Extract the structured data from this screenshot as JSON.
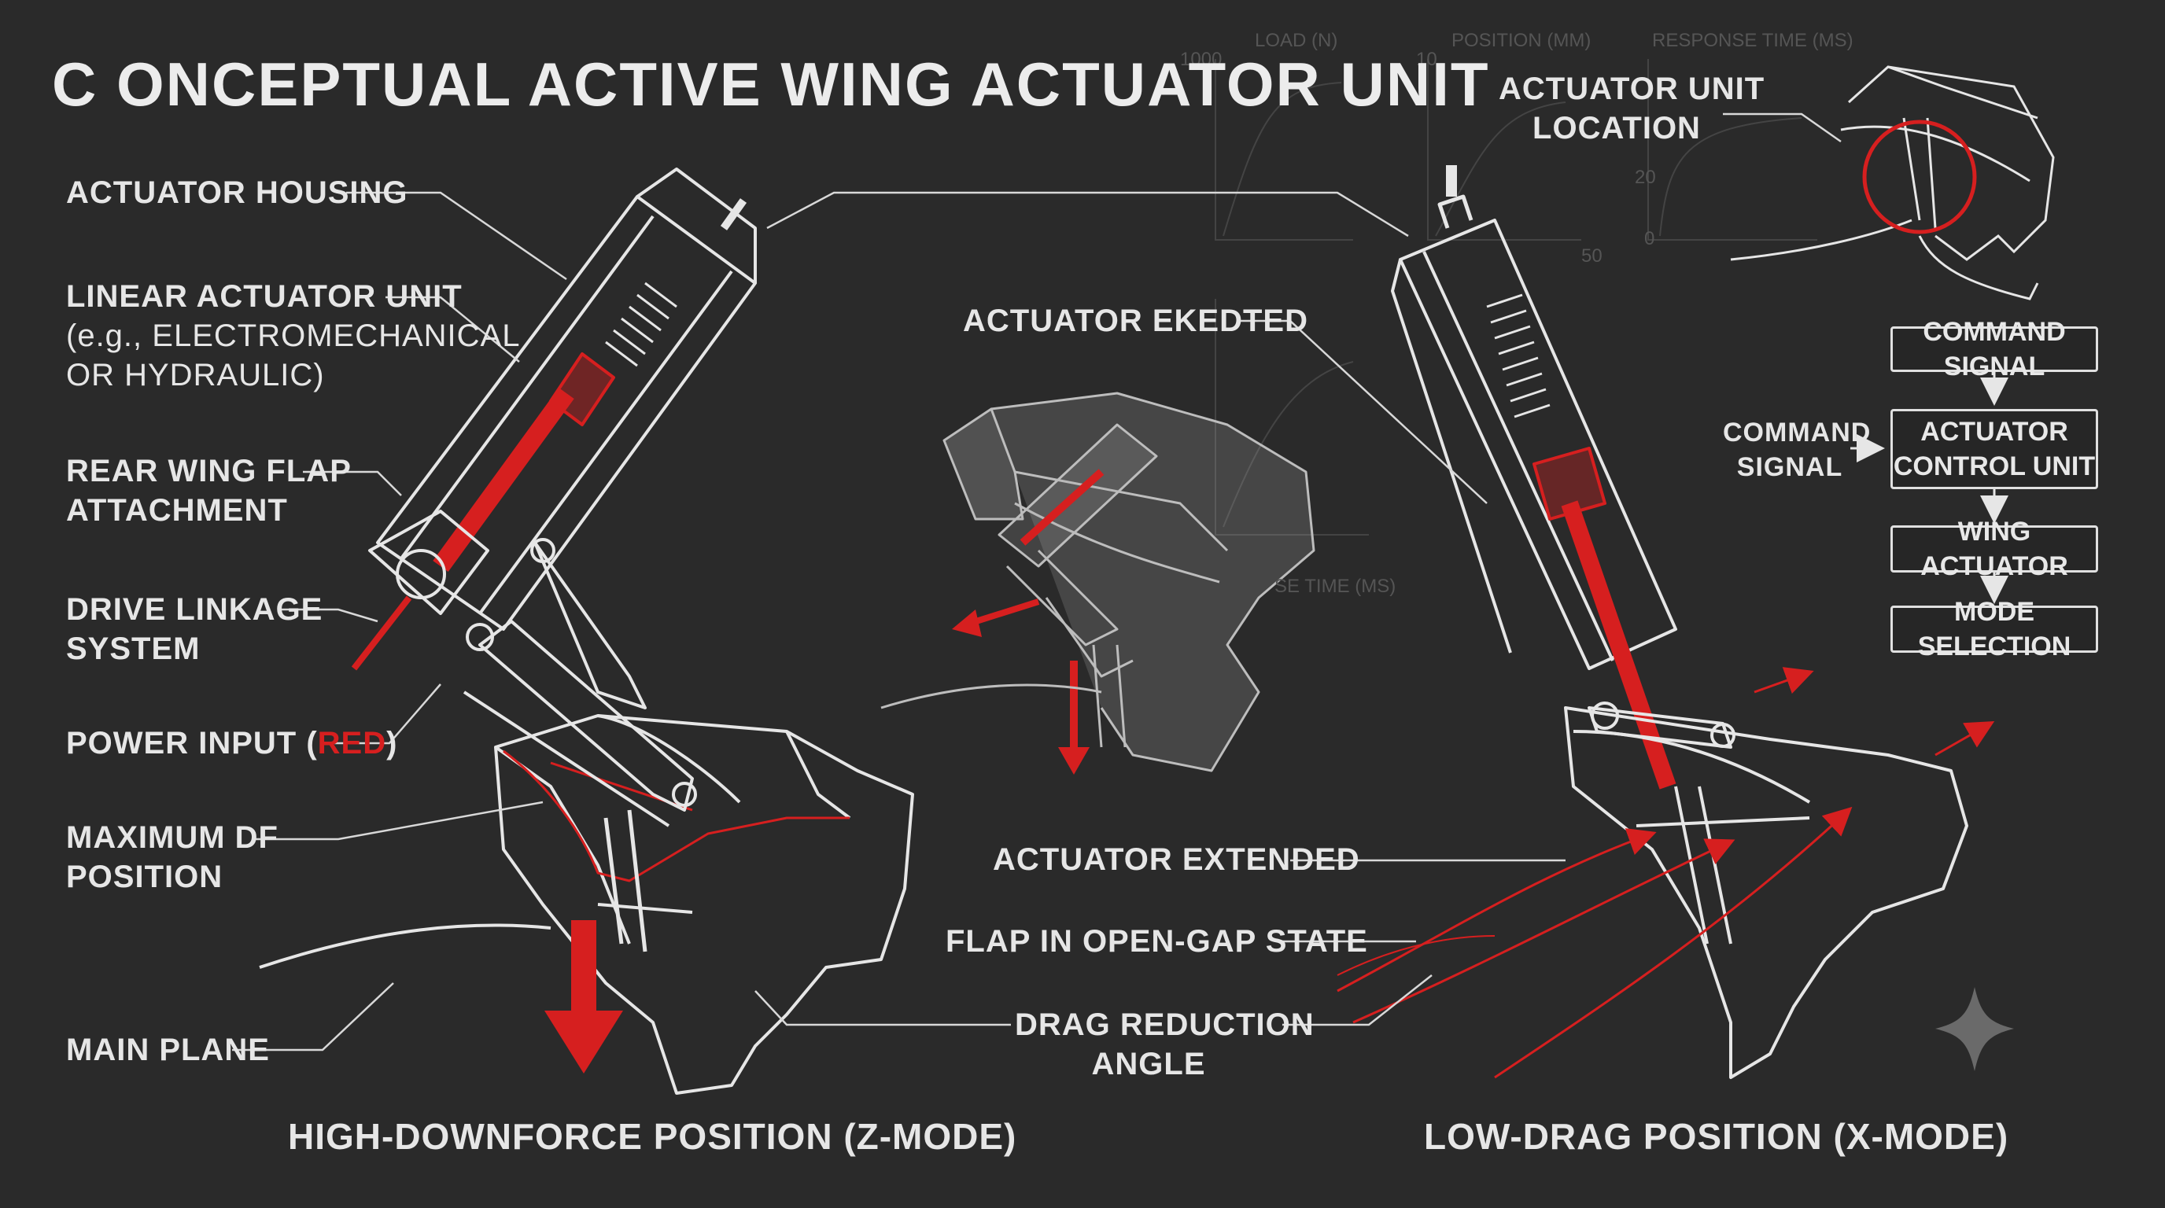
{
  "title": "C ONCEPTUAL ACTIVE WING ACTUATOR UNIT",
  "left_labels": {
    "housing": "ACTUATOR HOUSING",
    "linear_line1": "LINEAR ACTUATOR UNIT",
    "linear_line2": "(e.g., ELECTROMECHANICAL",
    "linear_line3": "OR HYDRAULIC)",
    "flap_line1": "REAR WING FLAP",
    "flap_line2": "ATTACHMENT",
    "drive_line1": "DRIVE LINKAGE",
    "drive_line2": "SYSTEM",
    "power_prefix": "POWER INPUT (",
    "power_red": "RED",
    "power_suffix": ")",
    "maxdf_line1": "MAXIMUM DF",
    "maxdf_line2": "POSITION",
    "main_plane": "MAIN PLANE"
  },
  "center_labels": {
    "extended_top": "ACTUATOR EKEDTED",
    "extended": "ACTUATOR EXTENDED",
    "open_gap": "FLAP IN OPEN-GAP STATE",
    "drag_line1": "DRAG REDUCTION",
    "drag_line2": "ANGLE"
  },
  "location_line1": "ACTUATOR UNIT",
  "location_line2": "LOCATION",
  "flowchart": {
    "input_line1": "COMMAND",
    "input_line2": "SIGNAL",
    "boxes": [
      {
        "line1": "COMMAND SIGNAL",
        "line2": ""
      },
      {
        "line1": "ACTUATOR",
        "line2": "CONTROL UNIT"
      },
      {
        "line1": "WING ACTUATOR",
        "line2": ""
      },
      {
        "line1": "MODE SELECTION",
        "line2": ""
      }
    ]
  },
  "modes": {
    "left": "HIGH-DOWNFORCE POSITION (Z-MODE)",
    "right": "LOW-DRAG POSITION (X-MODE)"
  },
  "ghost_charts": {
    "load": "LOAD (N)",
    "position": "POSITION (mm)",
    "response": "RESPONSE TIME (ms)",
    "tick_1000": "1000",
    "tick_10": "10",
    "tick_50": "50",
    "tick_20": "20",
    "tick_0": "0",
    "se_time": "SE TIME (ms)"
  },
  "colors": {
    "background": "#2a2a2a",
    "line": "#e6e6e6",
    "accent_red": "#d61f1f"
  }
}
